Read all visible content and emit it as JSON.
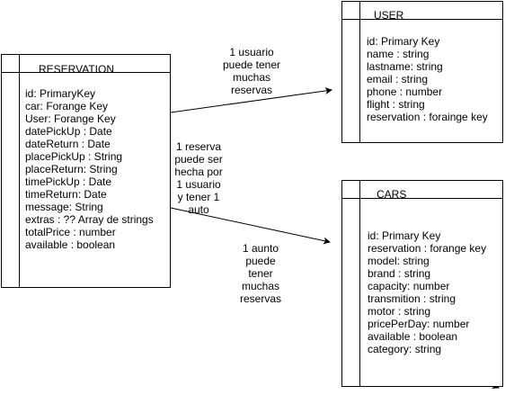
{
  "entities": {
    "reservation": {
      "title": "RESERVATION",
      "fields": [
        "id: PrimaryKey",
        "car: Forange Key",
        "User: Forange Key",
        "datePickUp : Date",
        "dateReturn : Date",
        "placePickUp : String",
        "placeReturn: String",
        "timePickUp : Date",
        "timeReturn: Date",
        "message: String",
        "extras : ?? Array de strings",
        "totalPrice : number",
        "available : boolean"
      ]
    },
    "user": {
      "title": "USER",
      "fields": [
        "id: Primary Key",
        "name : string",
        "lastname: string",
        "email : string",
        "phone : number",
        "flight : string",
        "reservation : forainge key"
      ]
    },
    "cars": {
      "title": "CARS",
      "fields": [
        "id: Primary Key",
        "reservation : forange key",
        "model: string",
        "brand : string",
        "capacity: number",
        "transmition : string",
        "motor : string",
        "pricePerDay: number",
        "available : boolean",
        "category: string"
      ]
    }
  },
  "notes": {
    "user_rel": [
      "1 usuario",
      "puede tener",
      "muchas",
      "reservas"
    ],
    "reservation_rel": [
      "1 reserva",
      "puede ser",
      "hecha por",
      "1 usuario",
      "y tener 1",
      "auto"
    ],
    "car_rel": [
      "1 aunto",
      "puede",
      "tener",
      "muchas",
      "reservas"
    ]
  },
  "colors": {
    "stroke": "#000000",
    "background": "#ffffff"
  }
}
